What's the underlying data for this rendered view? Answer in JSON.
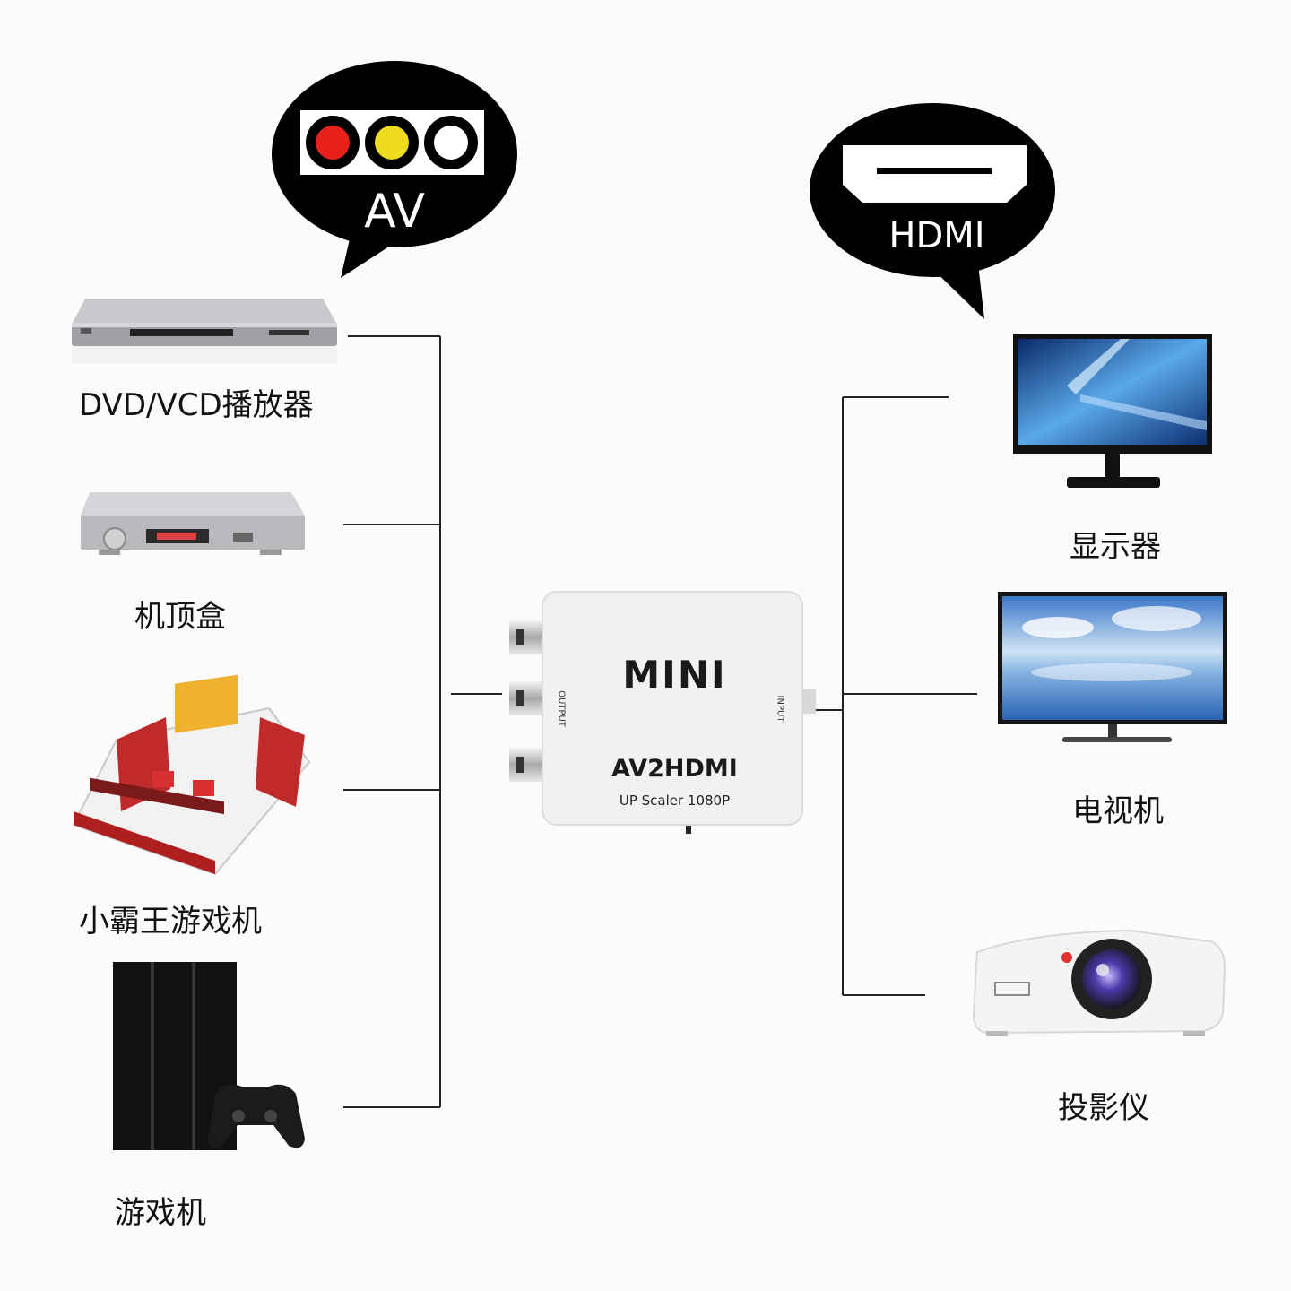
{
  "bubbles": {
    "av": {
      "label": "AV",
      "jacks": [
        "#e8201c",
        "#f0dc1e",
        "#ffffff"
      ]
    },
    "hdmi": {
      "label": "HDMI"
    }
  },
  "sources": [
    {
      "label": "DVD/VCD播放器",
      "icon": "dvd-player-icon"
    },
    {
      "label": "机顶盒",
      "icon": "set-top-box-icon"
    },
    {
      "label": "小霸王游戏机",
      "icon": "retro-console-icon"
    },
    {
      "label": "游戏机",
      "icon": "game-console-icon"
    }
  ],
  "destinations": [
    {
      "label": "显示器",
      "icon": "monitor-icon"
    },
    {
      "label": "电视机",
      "icon": "tv-icon"
    },
    {
      "label": "投影仪",
      "icon": "projector-icon"
    }
  ],
  "converter": {
    "brand": "MINI",
    "model": "AV2HDMI",
    "subtitle": "UP Scaler 1080P",
    "left_port": "OUTPUT",
    "right_port": "INPUT"
  }
}
